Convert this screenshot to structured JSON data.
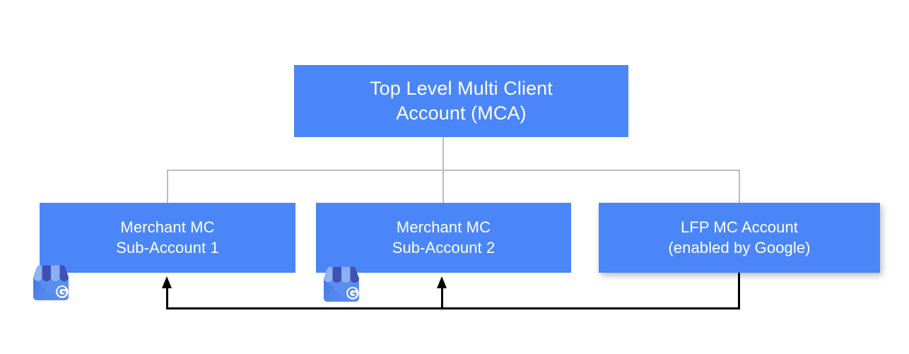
{
  "diagram": {
    "title": "Multi Client Account (MCA) structure",
    "colors": {
      "node_blue": "#4a86f7",
      "node_text": "#ffffff",
      "tree_connector": "#bdbdbd",
      "flow_arrow": "#000000",
      "background": "#ffffff"
    },
    "nodes": {
      "mca": {
        "label": "Top Level Multi Client\nAccount (MCA)",
        "line1": "Top Level Multi Client",
        "line2": "Account (MCA)"
      },
      "sub1": {
        "label": "Merchant MC\nSub-Account 1",
        "line1": "Merchant MC",
        "line2": "Sub-Account 1"
      },
      "sub2": {
        "label": "Merchant MC\nSub-Account 2",
        "line1": "Merchant MC",
        "line2": "Sub-Account 2"
      },
      "lfp": {
        "label": "LFP MC Account\n(enabled by Google)",
        "line1": "LFP MC Account",
        "line2": "(enabled by Google)"
      }
    },
    "icons": {
      "gmb_1": "google-my-business-icon",
      "gmb_2": "google-my-business-icon",
      "gmb_letter": "G"
    },
    "connectors": {
      "tree": "MCA branches down to Merchant MC Sub-Account 1, Merchant MC Sub-Account 2 and LFP MC Account",
      "feedback": "LFP MC Account feeds back up into Merchant MC Sub-Account 1 and Merchant MC Sub-Account 2"
    }
  }
}
